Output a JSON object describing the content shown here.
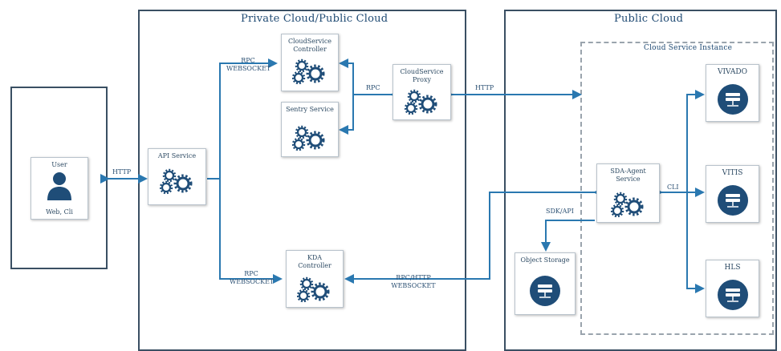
{
  "regions": {
    "private_cloud": "Private Cloud/Public Cloud",
    "public_cloud": "Public Cloud",
    "cloud_service_instance": "Cloud Service Instance"
  },
  "nodes": {
    "user": {
      "label": "User",
      "sublabel": "Web, Cli"
    },
    "api_service": {
      "label": "API Service"
    },
    "cloudservice_controller": {
      "label": "CloudService Controller"
    },
    "sentry_service": {
      "label": "Sentry Service"
    },
    "cloudservice_proxy": {
      "label": "CloudService Proxy"
    },
    "kda_controller": {
      "label": "KDA Controller"
    },
    "sda_agent_service": {
      "label": "SDA-Agent Service"
    },
    "object_storage": {
      "label": "Object Storage"
    },
    "vivado": {
      "label": "VIVADO"
    },
    "vitis": {
      "label": "VITIS"
    },
    "hls": {
      "label": "HLS"
    }
  },
  "edges": {
    "user_api": "HTTP",
    "api_controller": "RPC WEBSOCKET",
    "proxy_rpc": "RPC",
    "proxy_instance": "HTTP",
    "api_kda": "RPC WEBSOCKET",
    "kda_agent": "RPC/HTTP WEBSOCKET",
    "agent_storage": "SDK/API",
    "agent_tools": "CLI"
  },
  "colors": {
    "arrow": "#2a78b0",
    "frame": "#3a4f63",
    "icon_dark": "#1f4d78",
    "text": "#1f4a73"
  },
  "icons": [
    "user-icon",
    "gear-icon",
    "server-icon"
  ]
}
